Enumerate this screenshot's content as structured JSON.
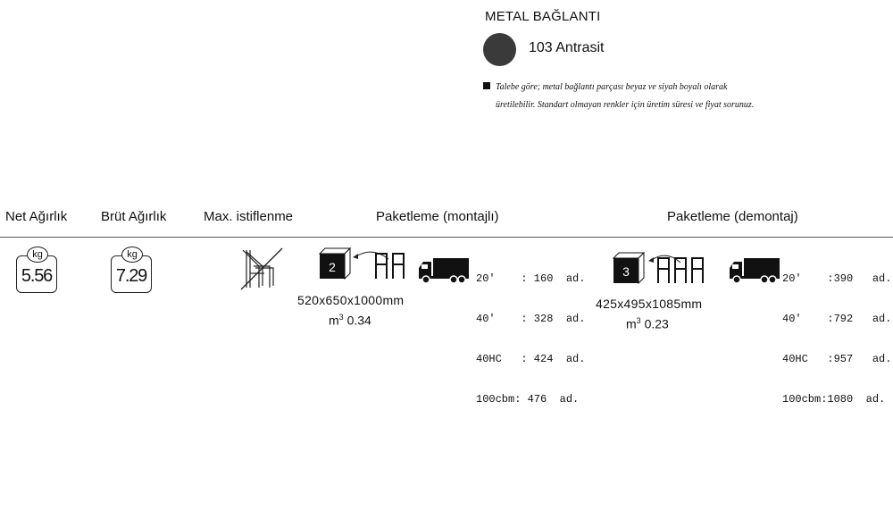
{
  "metal": {
    "title": "METAL BAĞLANTI",
    "color_code": "103 Antrasit",
    "color_hex": "#3b3a3b",
    "note_line1": "Talebe göre; metal bağlantı  parçası beyaz  ve siyah  boyalı olarak",
    "note_line2": "üretilebilir. Standart olmayan renkler için üretim süresi ve fiyat sorunuz."
  },
  "headers": {
    "net": "Net Ağırlık",
    "gross": "Brüt Ağırlık",
    "stack": "Max. istiflenme",
    "pack_assembled": "Paketleme (montajlı)",
    "pack_knockdown": "Paketleme (demontaj)"
  },
  "weights": {
    "unit": "kg",
    "net": "5.56",
    "gross": "7.29"
  },
  "assembled": {
    "box_count": "2",
    "dimensions": "520x650x1000mm",
    "m3_label": "m",
    "m3_exp": "3",
    "m3_value": "0.34",
    "containers": [
      "20'    : 160  ad.",
      "40'    : 328  ad.",
      "40HC   : 424  ad.",
      "100cbm: 476  ad."
    ]
  },
  "knockdown": {
    "box_count": "3",
    "dimensions": "425x495x1085mm",
    "m3_label": "m",
    "m3_exp": "3",
    "m3_value": "0.23",
    "containers": [
      "20'    :390   ad.",
      "40'    :792   ad.",
      "40HC   :957   ad.",
      "100cbm:1080  ad."
    ]
  },
  "icons": [
    "kg-badge-icon",
    "stack-icon",
    "box-icon",
    "arrow-icon",
    "chair-icon",
    "truck-icon"
  ]
}
